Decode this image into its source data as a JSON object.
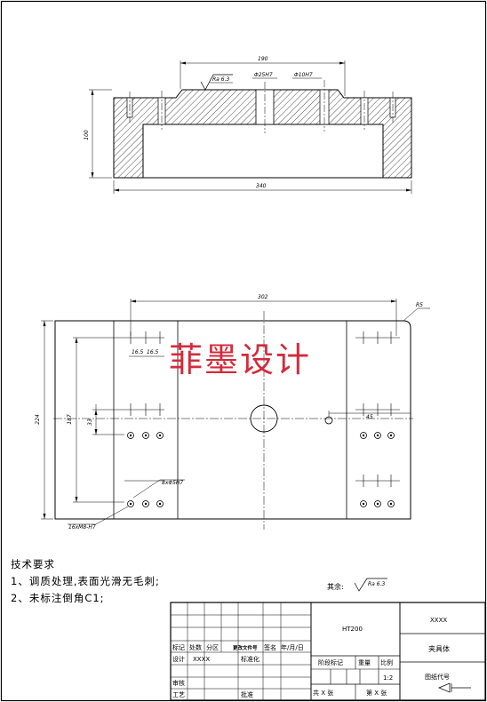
{
  "top_view": {
    "dim_width_top": "190",
    "dim_height": "100",
    "dim_width_overall": "340",
    "roughness": "Ra 6.3",
    "bore_1": "Φ25H7",
    "bore_2": "Φ10H7"
  },
  "plan_view": {
    "dim_302": "302",
    "dim_radius": "R5",
    "dim_16_5": "16.5",
    "dim_16_5_b": "16.5",
    "dim_224": "224",
    "dim_187": "187",
    "dim_33": "33",
    "dim_45": "45",
    "pins_label": "8xΦ5H7",
    "threads_label": "16xM8-H7"
  },
  "watermark": "菲墨设计",
  "notes": {
    "heading": "技术要求",
    "item1": "1、调质处理,表面光滑无毛刺;",
    "item2": "2、未标注倒角C1;"
  },
  "rest_label": "其余:",
  "rest_roughness": "Ra 6.3",
  "title_block": {
    "material": "HT200",
    "company": "XXXX",
    "part_name": "夹具体",
    "drawing_no": "图纸代号",
    "scale": "1:2",
    "stage": "阶段标记",
    "weight": "重量",
    "ratio": "比例",
    "sheet_total": "共 X 张",
    "sheet_no": "第 X 张",
    "mark": "标记",
    "count": "处数",
    "zone": "分区",
    "change_doc": "更改文件号",
    "sign": "签名",
    "date": "年/月/日",
    "design": "设计",
    "designer": "XXXX",
    "standard": "标准化",
    "review": "审核",
    "process": "工艺",
    "approve": "批准"
  }
}
